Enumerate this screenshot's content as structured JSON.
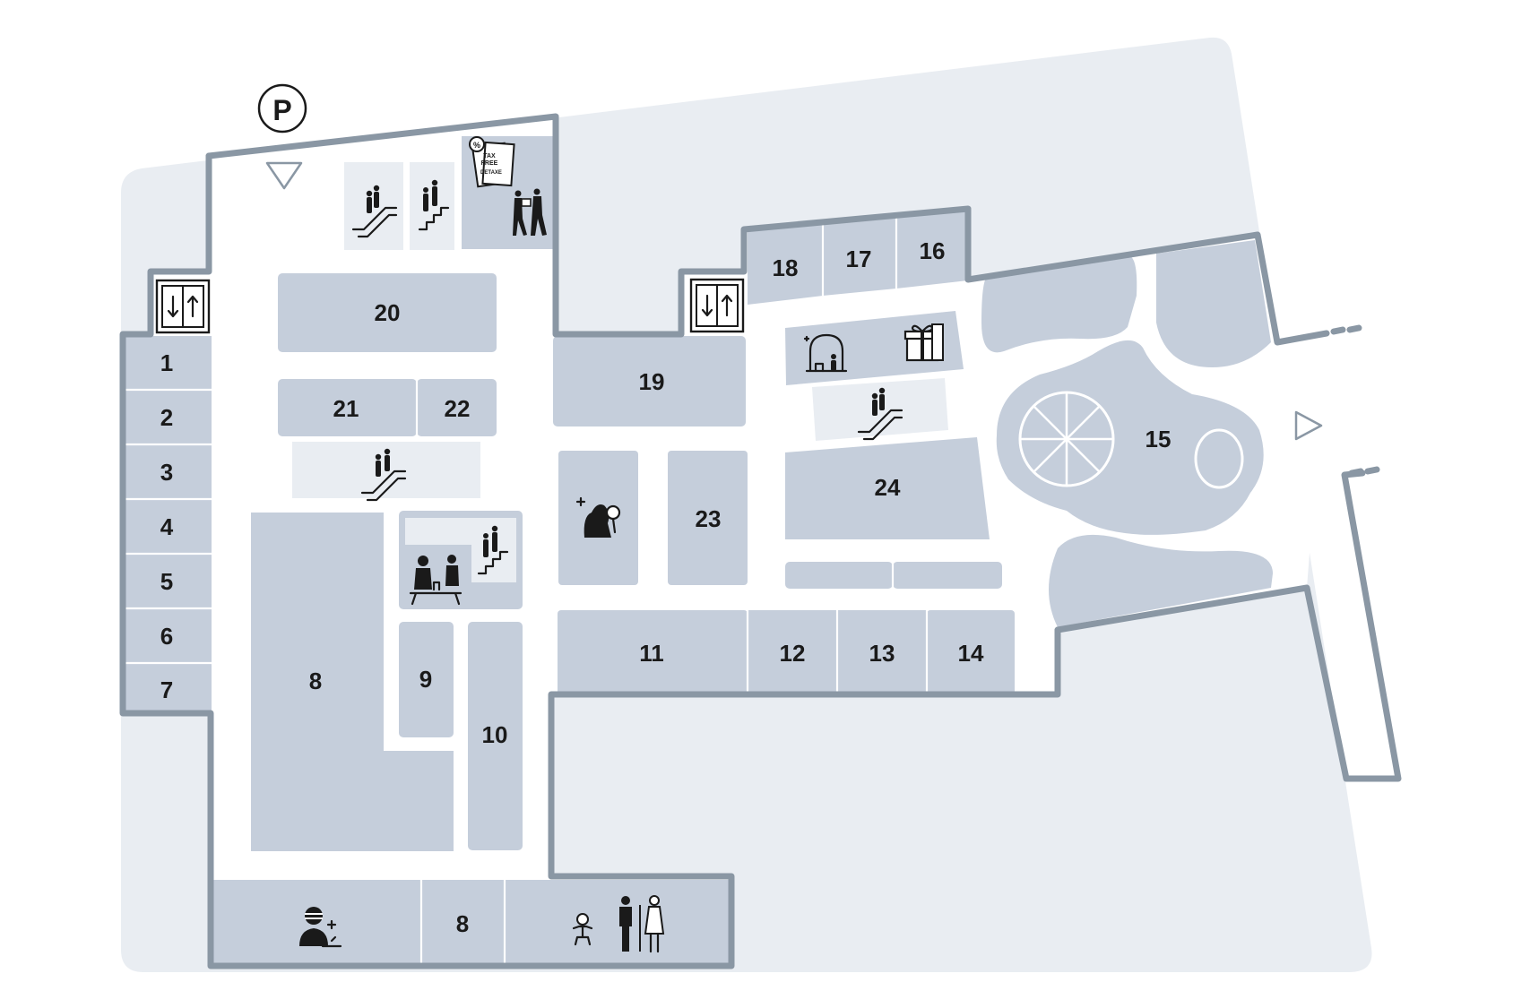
{
  "map": {
    "parking_label": "P",
    "units": {
      "u1": "1",
      "u2": "2",
      "u3": "3",
      "u4": "4",
      "u5": "5",
      "u6": "6",
      "u7": "7",
      "u8": "8",
      "u8b": "8",
      "u9": "9",
      "u10": "10",
      "u11": "11",
      "u12": "12",
      "u13": "13",
      "u14": "14",
      "u15": "15",
      "u16": "16",
      "u17": "17",
      "u18": "18",
      "u19": "19",
      "u20": "20",
      "u21": "21",
      "u22": "22",
      "u23": "23",
      "u24": "24"
    },
    "tax_free": {
      "line1": "TAX",
      "line2": "FREE",
      "line3": "DETAXE"
    },
    "icons": [
      "parking-icon",
      "entrance-arrow-icon",
      "escalator-icon",
      "stairs-icon",
      "tax-free-icon",
      "elevator-icon",
      "lounge-icon",
      "gift-icon",
      "beauty-mirror-icon",
      "restaurant-icon",
      "spa-icon",
      "baby-change-icon",
      "restroom-icon",
      "fountain-icon"
    ],
    "colors": {
      "background_area": "#e9edf2",
      "unit_fill": "#c5cedb",
      "wall": "#8a97a4",
      "label": "#1a1a1a"
    }
  }
}
